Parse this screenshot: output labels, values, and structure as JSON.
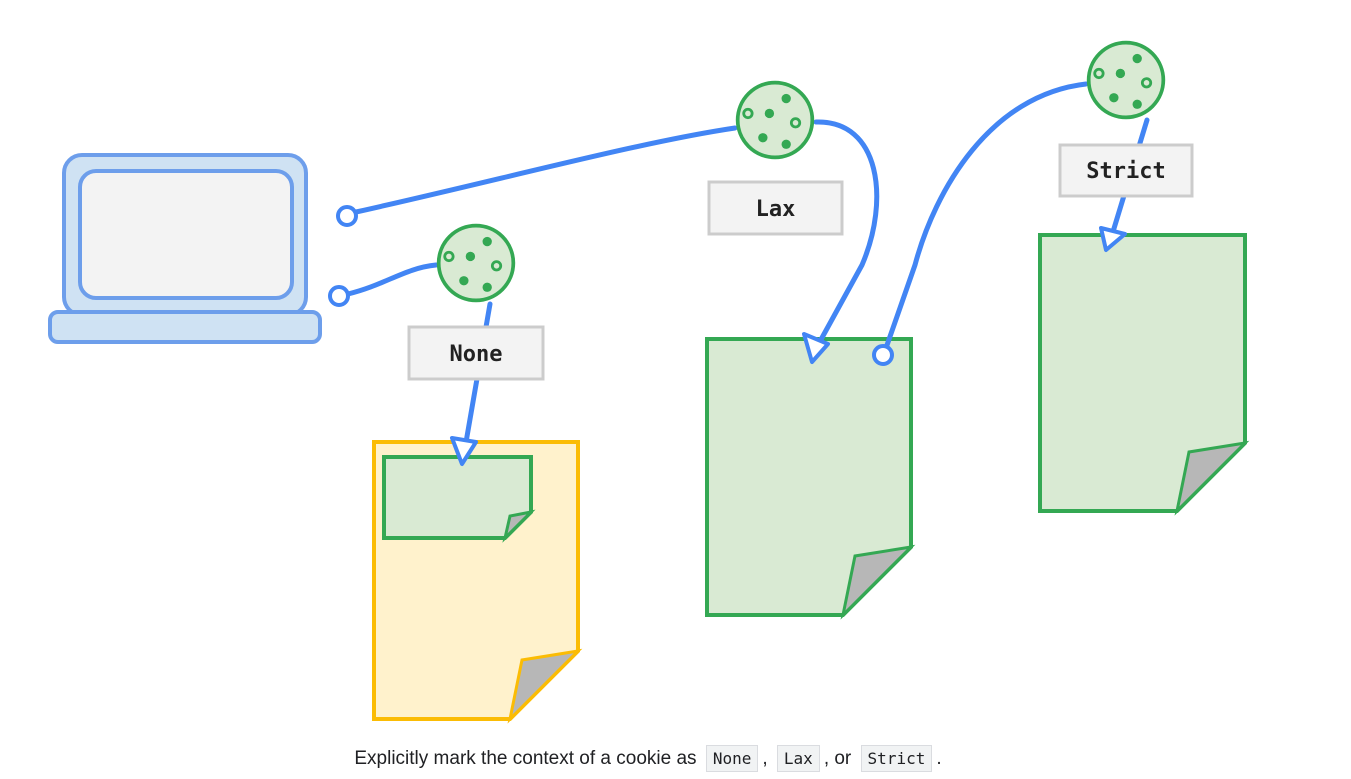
{
  "labels": {
    "none": "None",
    "lax": "Lax",
    "strict": "Strict"
  },
  "caption": {
    "prefix": "Explicitly mark the context of a cookie as",
    "code1": "None",
    "sep1": ",",
    "code2": "Lax",
    "sep2": ", or",
    "code3": "Strict",
    "suffix": "."
  },
  "colors": {
    "blue": "#4285f4",
    "green": "#34a853",
    "light_green": "#d9ead3",
    "yellow": "#fbbc04",
    "light_yellow": "#fff2cc",
    "laptop_fill": "#cfe2f3",
    "laptop_stroke": "#6d9eeb"
  }
}
